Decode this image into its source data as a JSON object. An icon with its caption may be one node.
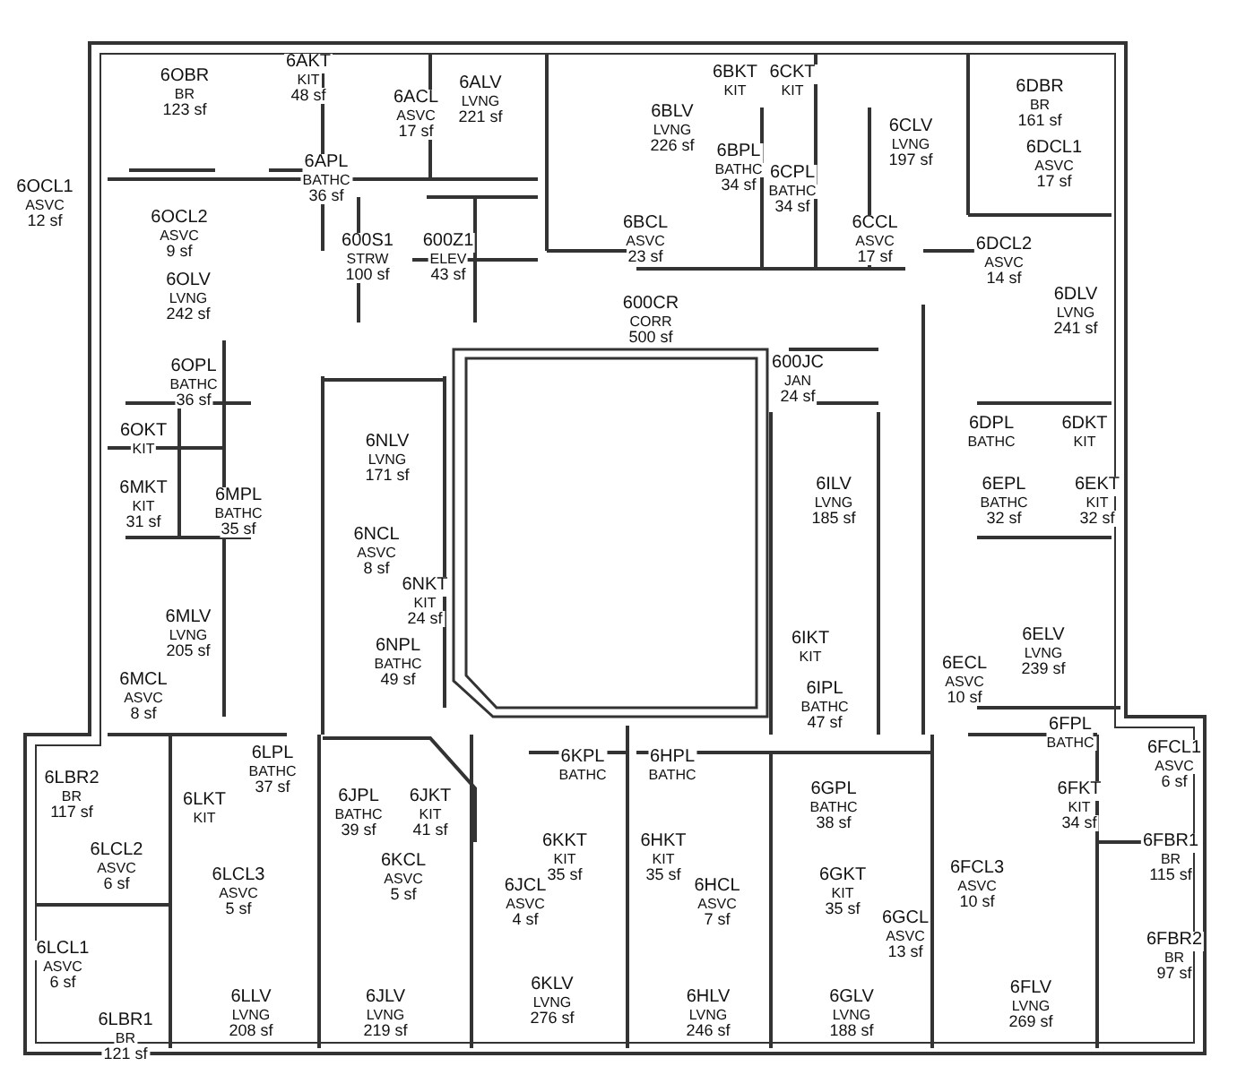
{
  "diagram": {
    "nodes": [
      {
        "text": [
          "6OBR",
          "BR",
          "123 sf"
        ]
      },
      {
        "text": [
          "6AKT",
          "KIT",
          "48 sf"
        ]
      },
      {
        "text": [
          "6ACL",
          "ASVC",
          "17 sf"
        ]
      },
      {
        "text": [
          "6ALV",
          "LVNG",
          "221 sf"
        ]
      },
      {
        "text": [
          "6APL",
          "BATHC",
          "36 sf"
        ]
      },
      {
        "text": [
          "6OCL1",
          "ASVC",
          "12 sf"
        ]
      },
      {
        "text": [
          "6OCL2",
          "ASVC",
          "9 sf"
        ]
      },
      {
        "text": [
          "600S1",
          "STRW",
          "100 sf"
        ]
      },
      {
        "text": [
          "600Z1",
          "ELEV",
          "43 sf"
        ]
      },
      {
        "text": [
          "6BLV",
          "LVNG",
          "226 sf"
        ]
      },
      {
        "text": [
          "6BKT",
          "KIT"
        ]
      },
      {
        "text": [
          "6CKT",
          "KIT"
        ]
      },
      {
        "text": [
          "6BPL",
          "BATHC",
          "34 sf"
        ]
      },
      {
        "text": [
          "6CPL",
          "BATHC",
          "34 sf"
        ]
      },
      {
        "text": [
          "6BCL",
          "ASVC",
          "23 sf"
        ]
      },
      {
        "text": [
          "6CCL",
          "ASVC",
          "17 sf"
        ]
      },
      {
        "text": [
          "6CLV",
          "LVNG",
          "197 sf"
        ]
      },
      {
        "text": [
          "6DBR",
          "BR",
          "161 sf"
        ]
      },
      {
        "text": [
          "6DCL1",
          "ASVC",
          "17 sf"
        ]
      },
      {
        "text": [
          "6DCL2",
          "ASVC",
          "14 sf"
        ]
      },
      {
        "text": [
          "6OLV",
          "LVNG",
          "242 sf"
        ]
      },
      {
        "text": [
          "600CR",
          "CORR",
          "500 sf"
        ]
      },
      {
        "text": [
          "6DLV",
          "LVNG",
          "241 sf"
        ]
      },
      {
        "text": [
          "6OPL",
          "BATHC",
          "36 sf"
        ]
      },
      {
        "text": [
          "600JC",
          "JAN",
          "24 sf"
        ]
      },
      {
        "text": [
          "6NLV",
          "LVNG",
          "171 sf"
        ]
      },
      {
        "text": [
          "6OKT",
          "KIT"
        ]
      },
      {
        "text": [
          "6DPL",
          "BATHC"
        ]
      },
      {
        "text": [
          "6DKT",
          "KIT"
        ]
      },
      {
        "text": [
          "6MKT",
          "KIT",
          "31 sf"
        ]
      },
      {
        "text": [
          "6MPL",
          "BATHC",
          "35 sf"
        ]
      },
      {
        "text": [
          "6ILV",
          "LVNG",
          "185 sf"
        ]
      },
      {
        "text": [
          "6EPL",
          "BATHC",
          "32 sf"
        ]
      },
      {
        "text": [
          "6EKT",
          "KIT",
          "32 sf"
        ]
      },
      {
        "text": [
          "6NCL",
          "ASVC",
          "8 sf"
        ]
      },
      {
        "text": [
          "6NKT",
          "KIT",
          "24 sf"
        ]
      },
      {
        "text": [
          "6MLV",
          "LVNG",
          "205 sf"
        ]
      },
      {
        "text": [
          "6ELV",
          "LVNG",
          "239 sf"
        ]
      },
      {
        "text": [
          "6IKT",
          "KIT"
        ]
      },
      {
        "text": [
          "6NPL",
          "BATHC",
          "49 sf"
        ]
      },
      {
        "text": [
          "6ECL",
          "ASVC",
          "10 sf"
        ]
      },
      {
        "text": [
          "6MCL",
          "ASVC",
          "8 sf"
        ]
      },
      {
        "text": [
          "6IPL",
          "BATHC",
          "47 sf"
        ]
      },
      {
        "text": [
          "6FPL",
          "BATHC"
        ]
      },
      {
        "text": [
          "6FCL1",
          "ASVC",
          "6 sf"
        ]
      },
      {
        "text": [
          "6LBR2",
          "BR",
          "117 sf"
        ]
      },
      {
        "text": [
          "6LPL",
          "BATHC",
          "37 sf"
        ]
      },
      {
        "text": [
          "6LKT",
          "KIT"
        ]
      },
      {
        "text": [
          "6KPL",
          "BATHC"
        ]
      },
      {
        "text": [
          "6HPL",
          "BATHC"
        ]
      },
      {
        "text": [
          "6JPL",
          "BATHC",
          "39 sf"
        ]
      },
      {
        "text": [
          "6JKT",
          "KIT",
          "41 sf"
        ]
      },
      {
        "text": [
          "6GPL",
          "BATHC",
          "38 sf"
        ]
      },
      {
        "text": [
          "6FKT",
          "KIT",
          "34 sf"
        ]
      },
      {
        "text": [
          "6KKT",
          "KIT",
          "35 sf"
        ]
      },
      {
        "text": [
          "6HKT",
          "KIT",
          "35 sf"
        ]
      },
      {
        "text": [
          "6FBR1",
          "BR",
          "115 sf"
        ]
      },
      {
        "text": [
          "6LCL2",
          "ASVC",
          "6 sf"
        ]
      },
      {
        "text": [
          "6KCL",
          "ASVC",
          "5 sf"
        ]
      },
      {
        "text": [
          "6LCL3",
          "ASVC",
          "5 sf"
        ]
      },
      {
        "text": [
          "6GKT",
          "KIT",
          "35 sf"
        ]
      },
      {
        "text": [
          "6FCL3",
          "ASVC",
          "10 sf"
        ]
      },
      {
        "text": [
          "6JCL",
          "ASVC",
          "4 sf"
        ]
      },
      {
        "text": [
          "6HCL",
          "ASVC",
          "7 sf"
        ]
      },
      {
        "text": [
          "6GCL",
          "ASVC",
          "13 sf"
        ]
      },
      {
        "text": [
          "6LCL1",
          "ASVC",
          "6 sf"
        ]
      },
      {
        "text": [
          "6FBR2",
          "BR",
          "97 sf"
        ]
      },
      {
        "text": [
          "6KLV",
          "LVNG",
          "276 sf"
        ]
      },
      {
        "text": [
          "6LLV",
          "LVNG",
          "208 sf"
        ]
      },
      {
        "text": [
          "6JLV",
          "LVNG",
          "219 sf"
        ]
      },
      {
        "text": [
          "6HLV",
          "LVNG",
          "246 sf"
        ]
      },
      {
        "text": [
          "6GLV",
          "LVNG",
          "188 sf"
        ]
      },
      {
        "text": [
          "6FLV",
          "LVNG",
          "269 sf"
        ]
      },
      {
        "text": [
          "6LBR1",
          "BR",
          "121 sf"
        ]
      }
    ]
  }
}
